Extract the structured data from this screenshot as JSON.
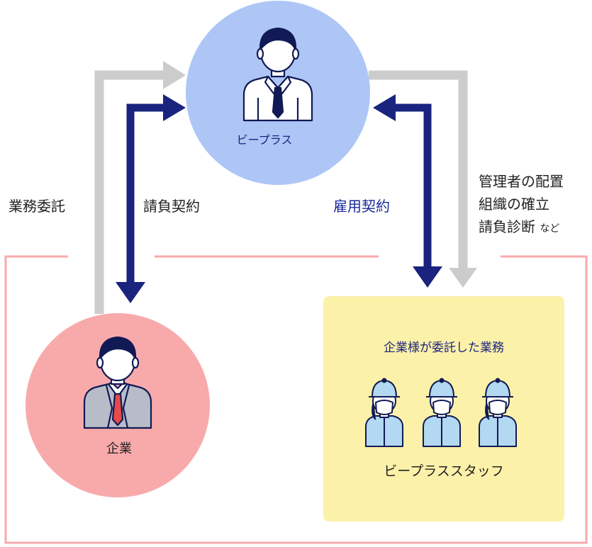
{
  "nodes": {
    "bplus": {
      "label": "ビープラス",
      "color": "#aec6f6"
    },
    "company": {
      "label": "企業",
      "color": "#f8aaab"
    },
    "staff_box": {
      "title": "企業様が委託した業務",
      "footer": "ビープラススタッフ",
      "color": "#fcf1a9"
    }
  },
  "relations": {
    "outsourcing": {
      "label": "業務委託",
      "color": "#cccccc"
    },
    "subcontract": {
      "label": "請負契約",
      "color": "#1a237e"
    },
    "employment": {
      "label": "雇用契約",
      "color": "#1a237e"
    },
    "management": {
      "lines": [
        "管理者の配置",
        "組織の確立",
        "請負診断"
      ],
      "suffix": "など",
      "color": "#cccccc"
    }
  },
  "boundary_color": "#f8aaab"
}
